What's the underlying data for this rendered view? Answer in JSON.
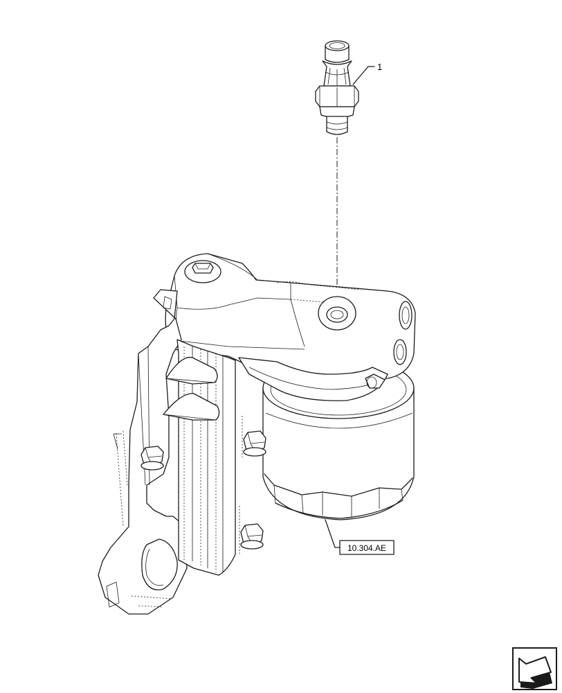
{
  "diagram": {
    "callouts": [
      {
        "id": "item-1",
        "label": "1"
      }
    ],
    "references": [
      {
        "id": "filter-ref",
        "label": "10.304.AE"
      }
    ],
    "navigation": {
      "icon": "next-page-arrow-icon"
    },
    "colors": {
      "line": "#1a1a1a",
      "background": "#ffffff"
    }
  }
}
